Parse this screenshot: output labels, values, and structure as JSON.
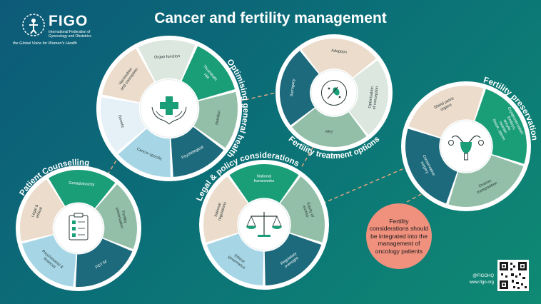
{
  "title": "Cancer and fertility management",
  "logo": {
    "name": "FIGO",
    "subtitle_line1": "International Federation of",
    "subtitle_line2": "Gynecology and Obstetrics",
    "tagline": "the Global Voice for Women's Health"
  },
  "wheels": {
    "general_health": {
      "heading": "Optimising general health",
      "segments": [
        "Organ function",
        "Thrombotic risk",
        "Nutrition",
        "Psychological",
        "Cancer-specific",
        "Genetic",
        "Vaccination and conception"
      ]
    },
    "patient_counselling": {
      "heading": "Patient Counselling",
      "segments": [
        "Gonadotoxicity",
        "Fertility preservation",
        "PGT-M",
        "Psychosocial & financial",
        "Legal & ethical"
      ]
    },
    "treatment_options": {
      "heading": "Fertility treatment options",
      "segments": [
        "Optimisation of conception",
        "ART",
        "Surrogacy",
        "Adoption"
      ]
    },
    "legal_policy": {
      "heading": "Legal & policy considerations",
      "segments": [
        "Equity of access",
        "Regulatory oversight",
        "Ethical governance",
        "National regulations",
        "National frameworks"
      ]
    },
    "fertility_preservation": {
      "heading": "Fertility preservation",
      "segments": [
        "Cryopreservation: Embryo, oocyte, ovarian tissue, sperm",
        "Ovarian transposition",
        "Conservative surgery",
        "Shield pelvic organs"
      ]
    }
  },
  "callout": "Fertility considerations should be integrated into the management of oncology patients",
  "social": {
    "handle": "@FIGOHQ",
    "url": "www.figo.org"
  },
  "colors": {
    "green": "#1a9e77",
    "sage": "#93bfa8",
    "teal": "#1d6a7c",
    "light_blue": "#a6d6e6",
    "pale_blue": "#e5f1f7",
    "beige": "#ecdccb",
    "sage_light": "#dbe7df",
    "callout": "#f0917e"
  }
}
